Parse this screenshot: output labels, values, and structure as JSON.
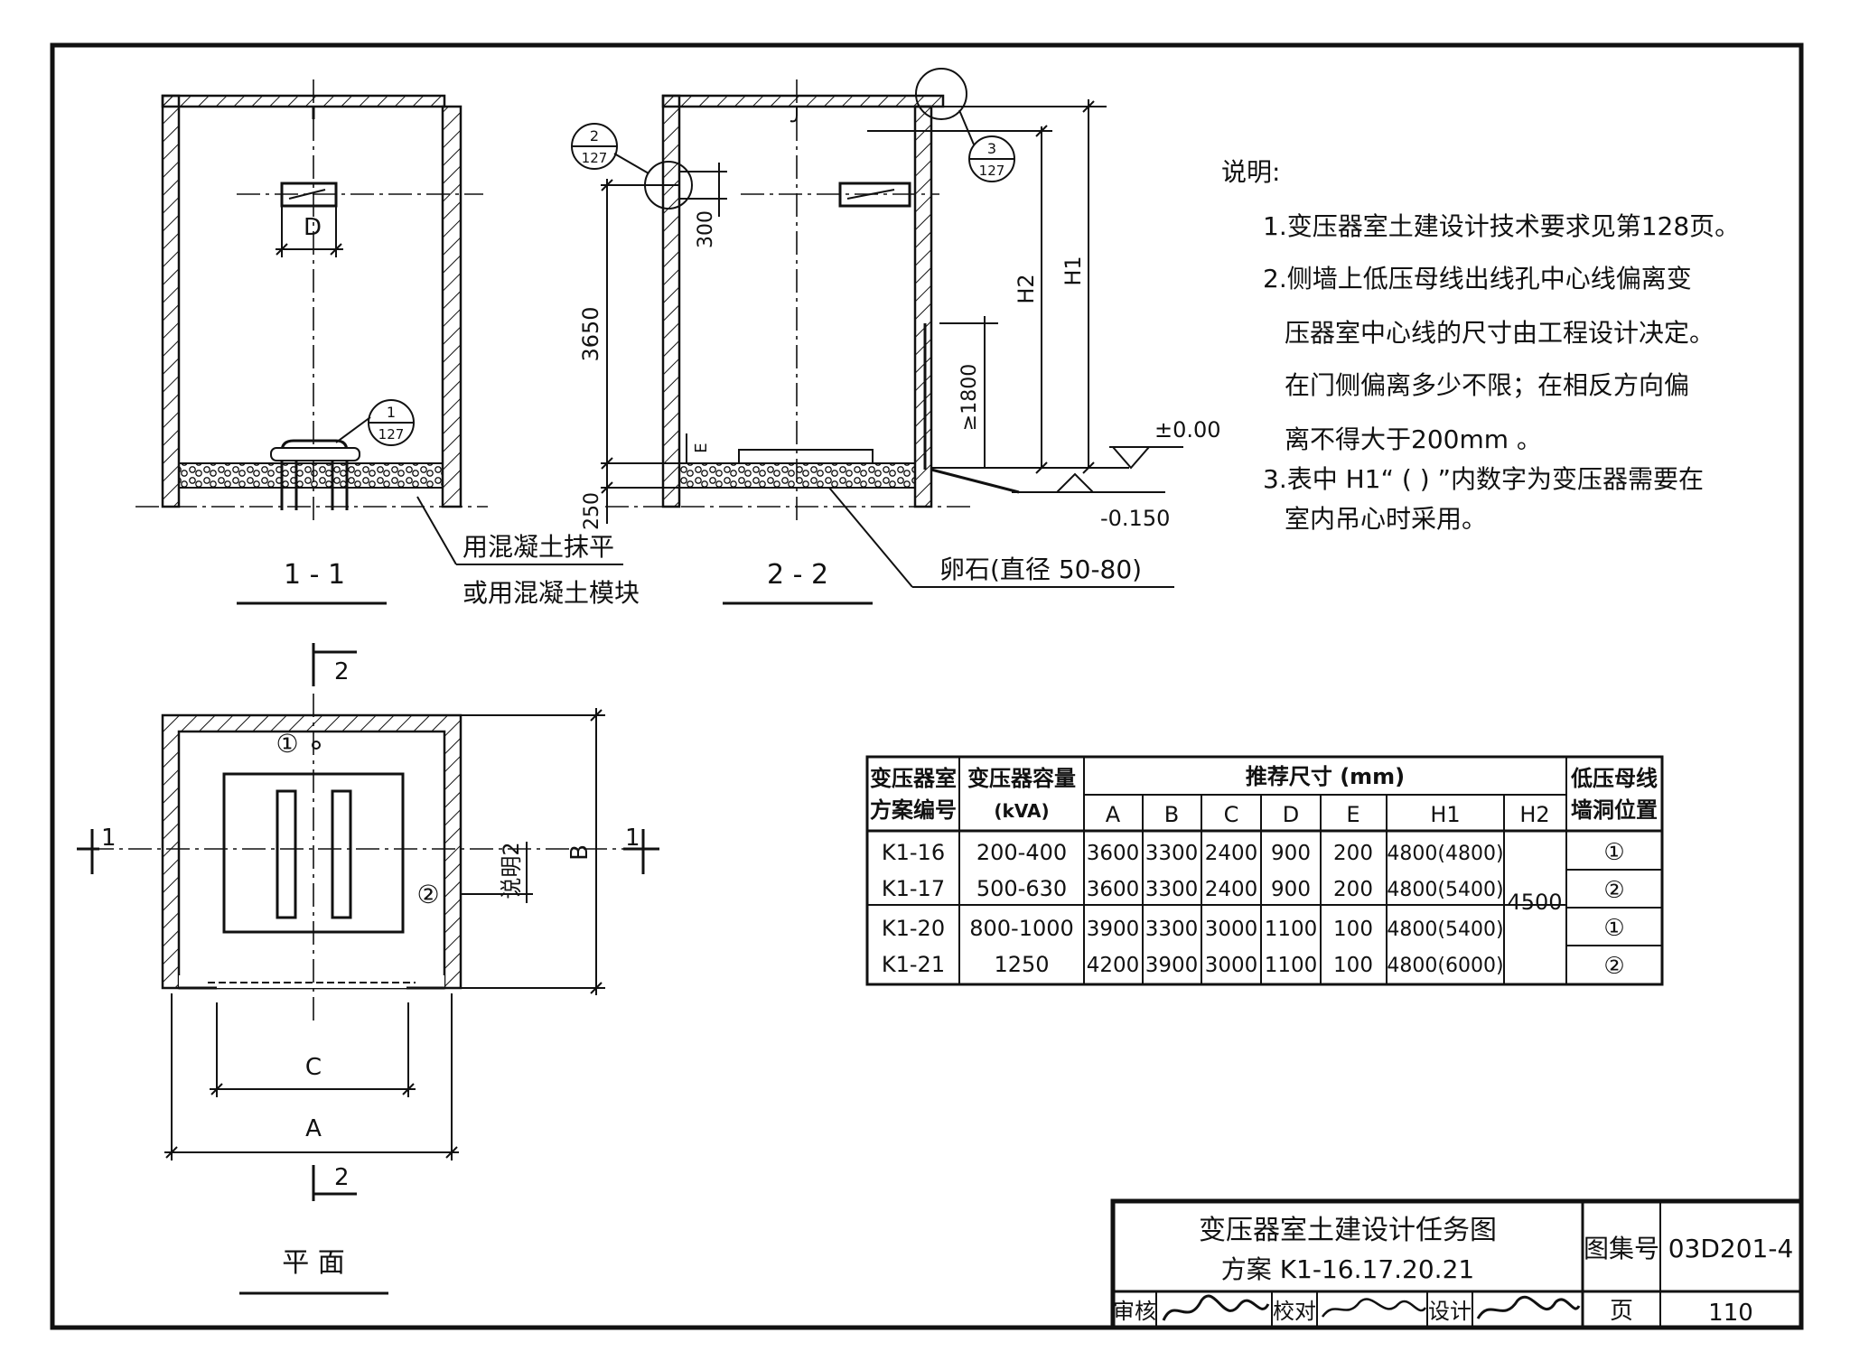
{
  "notes": {
    "heading": "说明:",
    "items": [
      "1.变压器室土建设计技术要求见第128页。",
      "2.侧墙上低压母线出线孔中心线偏离变",
      "压器室中心线的尺寸由工程设计决定。",
      "在门侧偏离多少不限；在相反方向偏",
      "离不得大于200mm 。",
      "3.表中 H1“ ( ) ”内数字为变压器需要在",
      "室内吊心时采用。"
    ]
  },
  "views": {
    "section_1_title": "1 - 1",
    "section_2_title": "2 - 2",
    "plan_title": "平  面",
    "concrete_note_1": "用混凝土抹平",
    "concrete_note_2": "或用混凝土模块",
    "gravel_note": "卵石(直径 50-80)",
    "section_mark_1": "1",
    "section_mark_2": "2"
  },
  "callouts": {
    "c1_num": "1",
    "c1_page": "127",
    "c2_num": "2",
    "c2_page": "127",
    "c3_num": "3",
    "c3_page": "127",
    "wall_pos_1": "①",
    "wall_pos_2": "②"
  },
  "dimensions": {
    "d": "D",
    "e": "E",
    "h1": "H1",
    "h2": "H2",
    "d300": "300",
    "d3650": "3650",
    "d250": "250",
    "d1800": "≥1800",
    "level_0": "±0.00",
    "level_neg": "-0.150",
    "a": "A",
    "b": "B",
    "c": "C",
    "note2": "说明2"
  },
  "table": {
    "h_scheme_1": "变压器室",
    "h_scheme_2": "方案编号",
    "h_cap_1": "变压器容量",
    "h_cap_2": "(kVA)",
    "h_recommend": "推荐尺寸 (mm)",
    "h_pos_1": "低压母线",
    "h_pos_2": "墙洞位置",
    "cols": [
      "A",
      "B",
      "C",
      "D",
      "E",
      "H1",
      "H2"
    ],
    "h2_value": "4500",
    "rows": [
      {
        "scheme": "K1-16",
        "cap": "200-400",
        "a": "3600",
        "b": "3300",
        "c": "2400",
        "d": "900",
        "e": "200",
        "h1": "4800(4800)",
        "pos": "①"
      },
      {
        "scheme": "K1-17",
        "cap": "500-630",
        "a": "3600",
        "b": "3300",
        "c": "2400",
        "d": "900",
        "e": "200",
        "h1": "4800(5400)",
        "pos": "②"
      },
      {
        "scheme": "K1-20",
        "cap": "800-1000",
        "a": "3900",
        "b": "3300",
        "c": "3000",
        "d": "1100",
        "e": "100",
        "h1": "4800(5400)",
        "pos": "①"
      },
      {
        "scheme": "K1-21",
        "cap": "1250",
        "a": "4200",
        "b": "3900",
        "c": "3000",
        "d": "1100",
        "e": "100",
        "h1": "4800(6000)",
        "pos": "②"
      }
    ]
  },
  "title_block": {
    "title_line1": "变压器室土建设计任务图",
    "title_line2": "方案 K1-16.17.20.21",
    "atlas_label": "图集号",
    "atlas_value": "03D201-4",
    "page_label": "页",
    "page_value": "110",
    "review": "审核",
    "check": "校对",
    "design": "设计"
  }
}
